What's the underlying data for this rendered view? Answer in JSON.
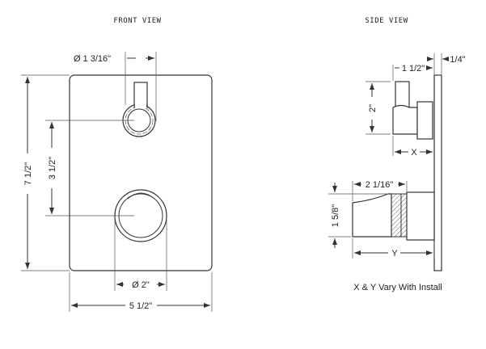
{
  "front_view": {
    "title": "FRONT VIEW",
    "dims": {
      "small_diameter": "Ø 1 3/16\"",
      "height": "7 1/2\"",
      "center_spacing": "3 1/2\"",
      "large_diameter": "Ø 2\"",
      "width": "5 1/2\""
    }
  },
  "side_view": {
    "title": "SIDE VIEW",
    "dims": {
      "plate_thickness": "1/4\"",
      "upper_depth": "1 1/2\"",
      "upper_height": "2\"",
      "x": "X",
      "lower_depth": "2 1/16\"",
      "lower_height": "1 5/8\"",
      "y": "Y"
    },
    "note": "X & Y Vary With Install"
  },
  "colors": {
    "line": "#333333",
    "background": "#ffffff"
  }
}
